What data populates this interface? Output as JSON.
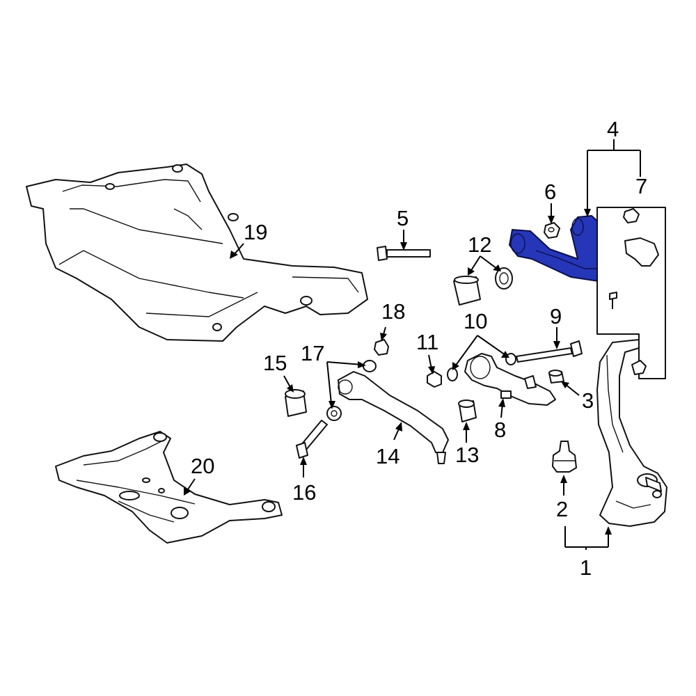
{
  "callouts": {
    "p1": "1",
    "p2": "2",
    "p3": "3",
    "p4": "4",
    "p5": "5",
    "p6": "6",
    "p7": "7",
    "p8": "8",
    "p9": "9",
    "p10": "10",
    "p11": "11",
    "p12": "12",
    "p13": "13",
    "p14": "14",
    "p15": "15",
    "p16": "16",
    "p17": "17",
    "p18": "18",
    "p19": "19",
    "p20": "20"
  },
  "colors": {
    "highlight": "#2636b8",
    "line": "#111111",
    "background": "#ffffff"
  },
  "highlighted_part": "4"
}
